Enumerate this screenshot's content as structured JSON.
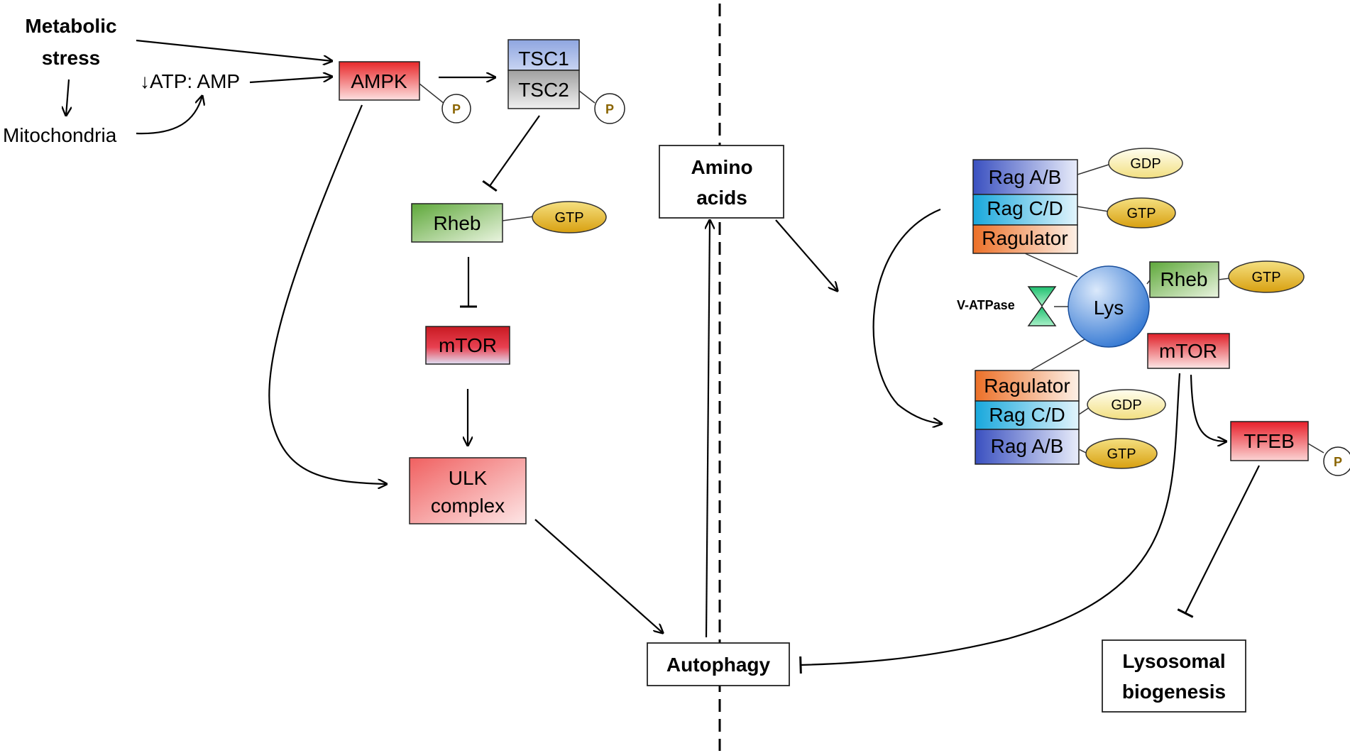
{
  "colors": {
    "ampk": "#f04040",
    "tsc1": "#9fb4e6",
    "tsc2": "#a9a9a9",
    "rheb": "#70b84a",
    "mtor": "#d0202a",
    "ulk": "#f07070",
    "rag_ab": "#3a59c7",
    "rag_cd": "#20b0e0",
    "ragulator": "#ee7a30",
    "gtp": "#e0b020",
    "gdp": "#f4e59a",
    "lys": "#2f78d6",
    "vatpase": "#2fcf78"
  },
  "labels": {
    "metabolic_stress": "Metabolic stress",
    "atp_amp": "↓ATP: AMP",
    "mitochondria": "Mitochondria",
    "ampk": "AMPK",
    "p": "P",
    "tsc1": "TSC1",
    "tsc2": "TSC2",
    "rheb": "Rheb",
    "gtp": "GTP",
    "gdp": "GDP",
    "mtor": "mTOR",
    "ulk_line1": "ULK",
    "ulk_line2": "complex",
    "amino_line1": "Amino",
    "amino_line2": "acids",
    "autophagy": "Autophagy",
    "rag_ab": "Rag A/B",
    "rag_cd": "Rag C/D",
    "ragulator": "Ragulator",
    "lys": "Lys",
    "vatpase": "V-ATPase",
    "tfeb": "TFEB",
    "lyso_line1": "Lysosomal",
    "lyso_line2": "biogenesis"
  }
}
